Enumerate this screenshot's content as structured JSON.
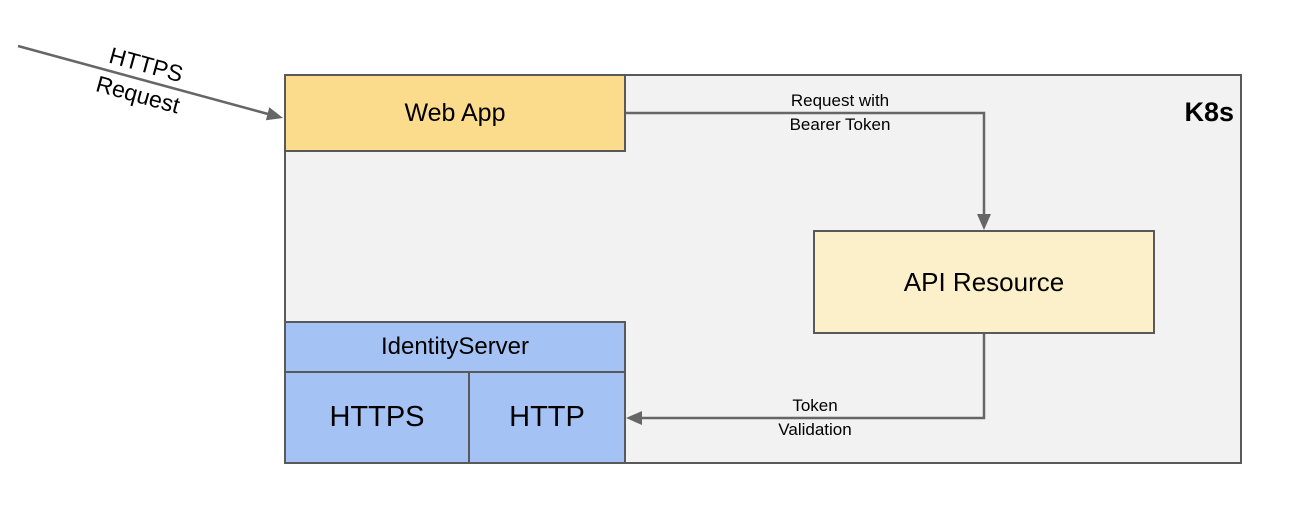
{
  "diagram": {
    "external_arrow": {
      "label_line1": "HTTPS",
      "label_line2": "Request"
    },
    "container": {
      "label": "K8s"
    },
    "nodes": {
      "web_app": {
        "label": "Web App"
      },
      "api_resource": {
        "label": "API Resource"
      },
      "identity_server": {
        "label": "IdentityServer",
        "ports": [
          {
            "label": "HTTPS"
          },
          {
            "label": "HTTP"
          }
        ]
      }
    },
    "edges": {
      "bearer_token": {
        "label_line1": "Request with",
        "label_line2": "Bearer Token"
      },
      "token_validation": {
        "label_line1": "Token",
        "label_line2": "Validation"
      }
    },
    "colors": {
      "web_app_fill": "#FBDC8C",
      "api_resource_fill": "#FCF0CA",
      "identity_server_fill": "#A4C2F4",
      "k8s_container_fill": "#F2F2F2",
      "box_border": "#595959",
      "connector": "#666666",
      "text": "#000000"
    }
  }
}
